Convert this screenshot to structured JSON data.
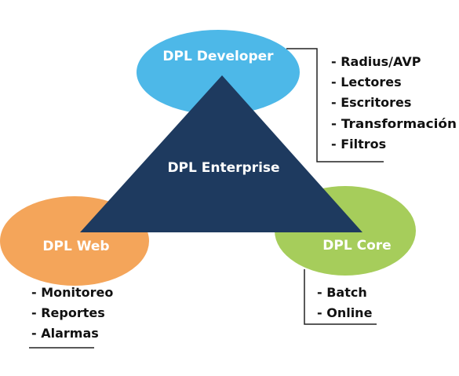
{
  "diagram": {
    "center": {
      "label": "DPL Enterprise"
    },
    "nodes": {
      "developer": {
        "label": "DPL Developer",
        "color": "#4db8e8"
      },
      "web": {
        "label": "DPL Web",
        "color": "#f4a55a"
      },
      "core": {
        "label": "DPL Core",
        "color": "#a6cd5b"
      }
    },
    "triangle_color": "#1e3a5f",
    "lists": {
      "developer": [
        "- Radius/AVP",
        "- Lectores",
        "- Escritores",
        "- Transformación",
        "- Filtros"
      ],
      "web": [
        "- Monitoreo",
        "- Reportes",
        "- Alarmas"
      ],
      "core": [
        "- Batch",
        "- Online"
      ]
    }
  }
}
